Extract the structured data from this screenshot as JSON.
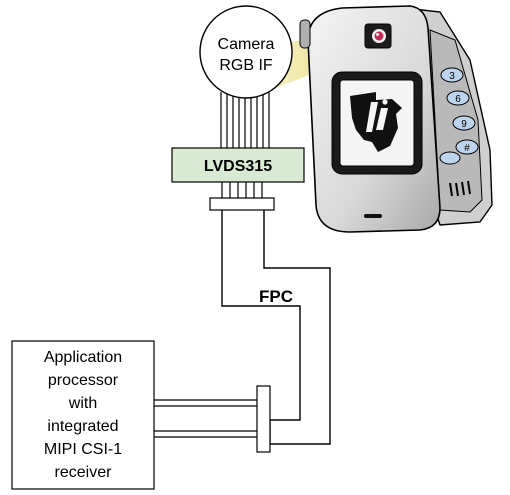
{
  "camera": {
    "line1": "Camera",
    "line2": "RGB IF"
  },
  "serializer": {
    "label": "LVDS315"
  },
  "flex_cable": {
    "label": "FPC"
  },
  "processor": {
    "lines": [
      "Application",
      "processor",
      "with",
      "integrated",
      "MIPI CSI-1",
      "receiver"
    ]
  },
  "keypad": {
    "keys": [
      "3",
      "6",
      "9",
      "#"
    ]
  },
  "colors": {
    "serializer_fill": "#d9ead3",
    "light_beam": "#f3eab0",
    "phone_body": "#e3e3e3",
    "keypad_keys": "#bcd4ee",
    "lens": "#c0305a"
  },
  "icons": {
    "phone": "flip-phone-icon",
    "logo": "ti-logo-icon"
  }
}
